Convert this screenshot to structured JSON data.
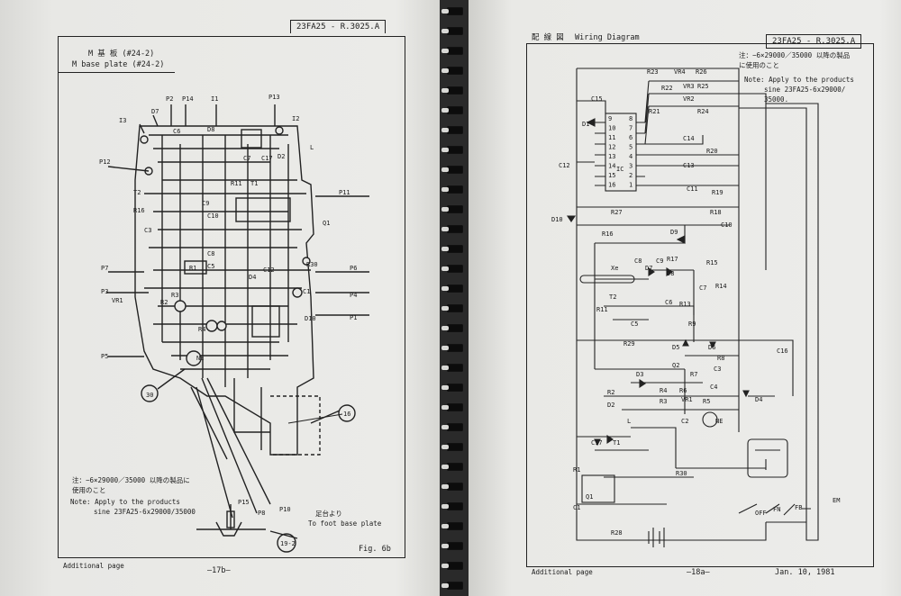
{
  "left_page": {
    "doc_code": "23FA25 - R.3025.A",
    "plate_title_jp": "M 基 板 (#24-2)",
    "plate_title_en": "M base plate (#24-2)",
    "note_jp_1": "注：−6×29000／35000 以降の製品に",
    "note_jp_2": "使用のこと",
    "note_en_1": "Note: Apply to the products",
    "note_en_2": "sine 23FA25-6x29000/35000",
    "foot_jp": "足台より",
    "foot_en": "To foot base plate",
    "fig": "Fig. 6b",
    "footer_left": "Additional page",
    "page_no": "—17b—",
    "labels": [
      "P2",
      "P14",
      "I1",
      "P13",
      "I3",
      "D7",
      "C6",
      "D8",
      "I2",
      "L",
      "P12",
      "C7",
      "C17",
      "D2",
      "P11",
      "T2",
      "R16",
      "R11",
      "C9",
      "T1",
      "Q1",
      "C10",
      "C3",
      "C5",
      "R1",
      "P7",
      "C8",
      "D4",
      "C12",
      "R30",
      "P6",
      "P3",
      "VR1",
      "R3",
      "C1",
      "P4",
      "R2",
      "D10",
      "P1",
      "R4",
      "NE",
      "P5",
      "30",
      "16",
      "P15",
      "P8",
      "P10",
      "19-2"
    ]
  },
  "right_page": {
    "title_jp": "配 線 図",
    "title_en": "Wiring Diagram",
    "doc_code": "23FA25 - R.3025.A",
    "note_jp_1": "注：−6×29000／35000 以降の製品",
    "note_jp_2": "に使用のこと",
    "note_en_1": "Note: Apply to the products",
    "note_en_2": "sine 23FA25-6x29000/",
    "note_en_3": "35000.",
    "footer_left": "Additional page",
    "page_no": "—18a—",
    "date": "Jan. 10, 1981",
    "labels": [
      "R23",
      "VR4",
      "R26",
      "R22",
      "VR3",
      "R25",
      "VR2",
      "R21",
      "R24",
      "C15",
      "D1",
      "IC",
      "C14",
      "R20",
      "C12",
      "C13",
      "C11",
      "R19",
      "R27",
      "R18",
      "D10",
      "C10",
      "R16",
      "D9",
      "C8",
      "C9",
      "R17",
      "Xe",
      "D7",
      "D8",
      "R15",
      "C7",
      "R14",
      "T2",
      "R11",
      "C6",
      "R13",
      "C5",
      "R9",
      "R29",
      "D5",
      "D6",
      "C16",
      "Q2",
      "R8",
      "R7",
      "C3",
      "D3",
      "C4",
      "R2",
      "R4",
      "R6",
      "R3",
      "VR1",
      "R5",
      "D4",
      "C2",
      "NE",
      "D2",
      "L",
      "C17",
      "T1",
      "R1",
      "R30",
      "Q1",
      "C1",
      "R28",
      "EM",
      "OFF",
      "FN",
      "FB"
    ],
    "ic_pins_left": [
      "9",
      "10",
      "11",
      "12",
      "13",
      "14",
      "15",
      "16"
    ],
    "ic_pins_right": [
      "8",
      "7",
      "6",
      "5",
      "4",
      "3",
      "2",
      "1"
    ]
  }
}
